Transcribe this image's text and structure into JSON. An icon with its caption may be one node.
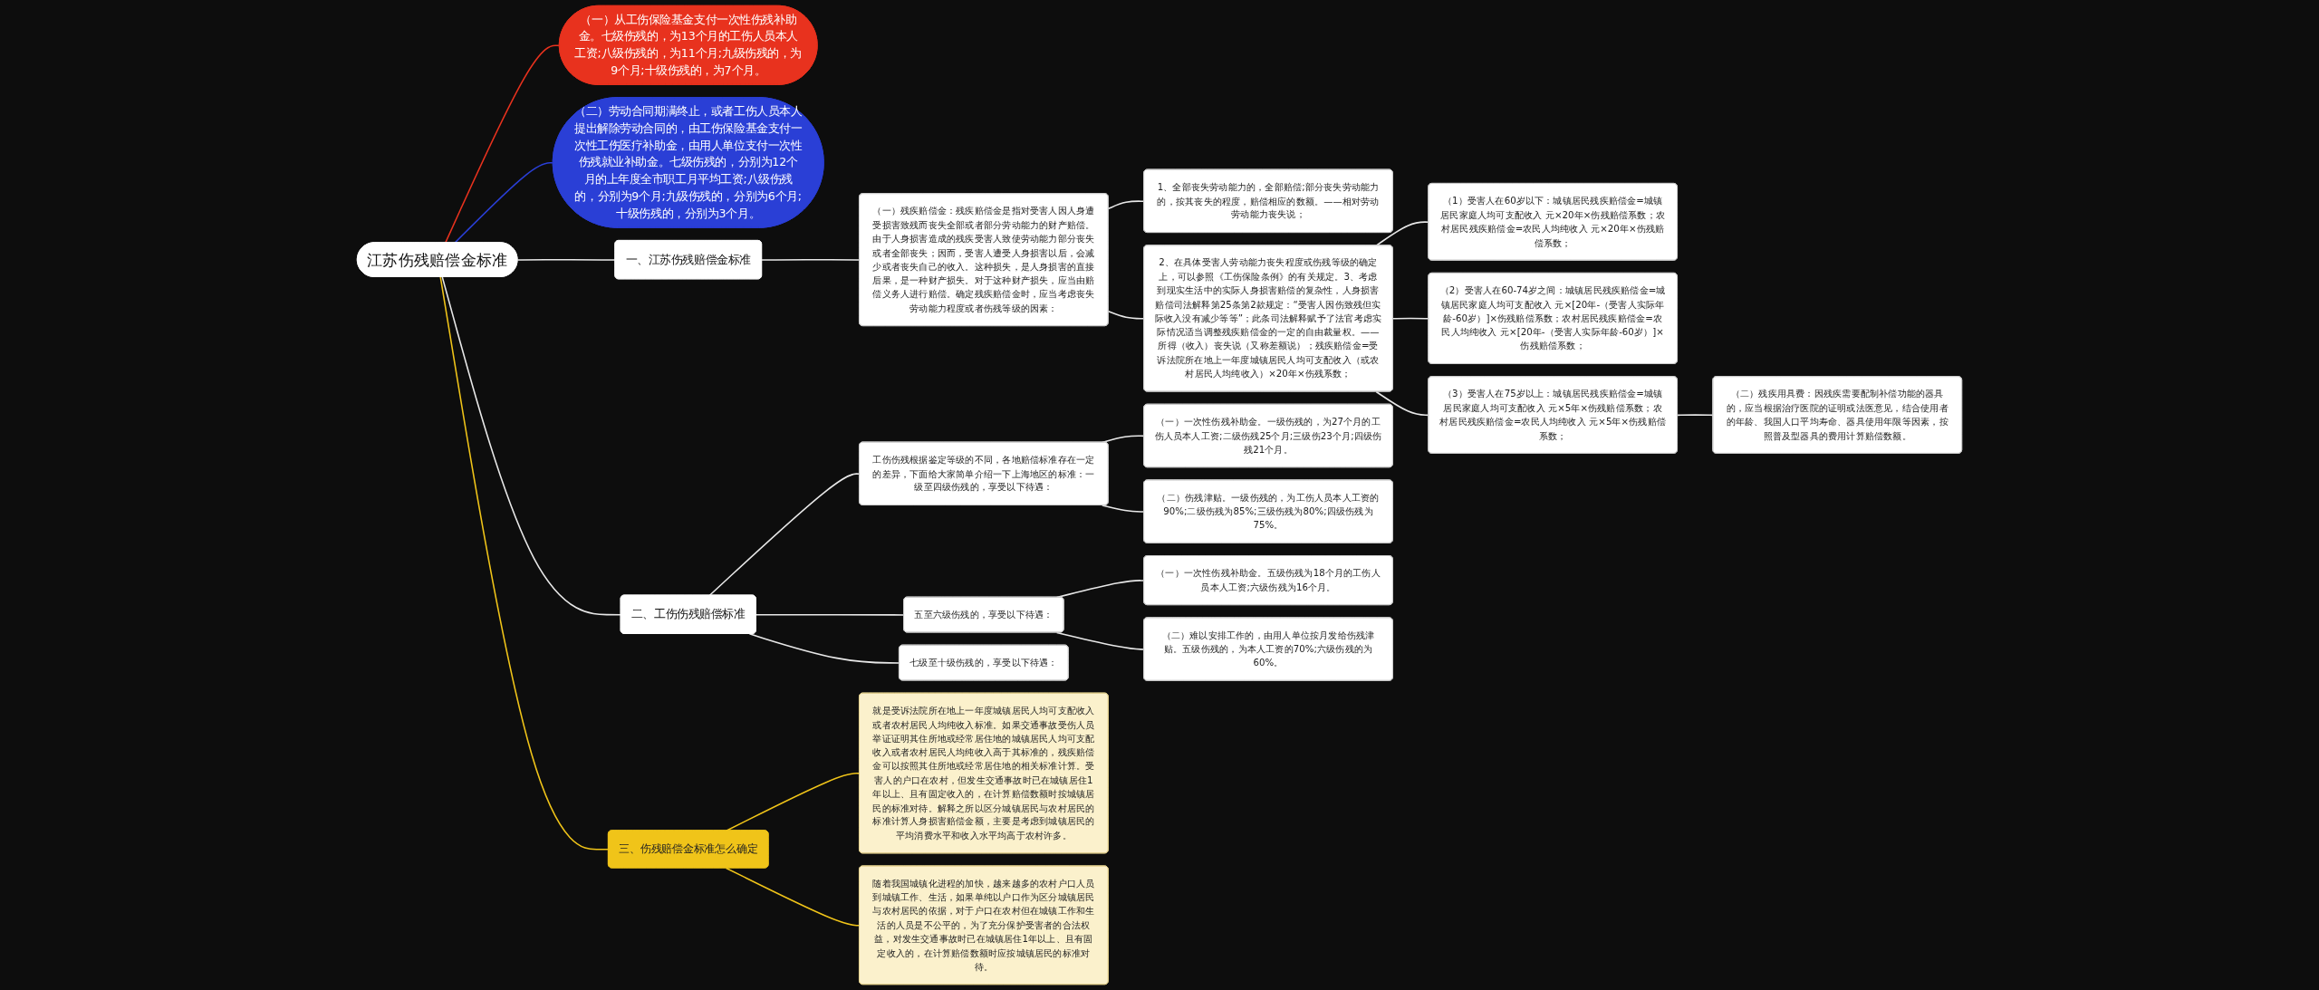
{
  "diagram": {
    "nodes": [
      {
        "text": [
          "江苏伤残赔偿金标准"
        ]
      },
      {
        "text": [
          "一、江苏伤残赔偿金标准"
        ]
      },
      {
        "text": [
          "（一）残疾赔偿金：残疾赔偿金是指对受害人因人身遭受损害致残而丧失全部或者部分劳动能力的财产赔偿。由于人身损害造成的残疾受害人致使劳动能力部分丧失或者全部丧失；因而，受害人遭受人身损害以后，会减少或者丧失自己的收入。这种损失，是人身损害的直接后果，是一种财产损失。对于这种财产损失，应当由赔偿义务人进行赔偿。确定残疾赔偿金时，应当考虑丧失劳动能力程度或者伤残等级的因素："
        ]
      },
      {
        "text": [
          "1、全部丧失劳动能力的，全部赔偿;部分丧失劳动能力的，按其丧失的程度，赔偿相应的数额。——相对劳动劳动能力丧失说；"
        ]
      },
      {
        "text": [
          "2、在具体受害人劳动能力丧失程度或伤残等级的确定上，可以参照《工伤保险条例》的有关规定。3、考虑到现实生活中的实际人身损害赔偿的复杂性，人身损害赔偿司法解释第25条第2款规定：“受害人因伤致残但实际收入没有减少等等”；此条司法解释赋予了法官考虑实际情况适当调整残疾赔偿金的一定的自由裁量权。——所得（收入）丧失说（又称差额说）；残疾赔偿金=受诉法院所在地上一年度城镇居民人均可支配收入（或农村居民人均纯收入）×20年×伤残系数；"
        ]
      },
      {
        "text": [
          "（1）受害人在60岁以下：城镇居民残疾赔偿金=城镇居民家庭人均可支配收入 元×20年×伤残赔偿系数；农村居民残疾赔偿金=农民人均纯收入 元×20年×伤残赔偿系数；"
        ]
      },
      {
        "text": [
          "（2）受害人在60-74岁之间：城镇居民残疾赔偿金=城镇居民家庭人均可支配收入 元×[20年-（受害人实际年龄-60岁）]×伤残赔偿系数；农村居民残疾赔偿金=农民人均纯收入 元×[20年-（受害人实际年龄-60岁）]×伤残赔偿系数；"
        ]
      },
      {
        "text": [
          "（3）受害人在75岁以上：城镇居民残疾赔偿金=城镇居民家庭人均可支配收入 元×5年×伤残赔偿系数；农村居民残疾赔偿金=农民人均纯收入 元×5年×伤残赔偿系数；"
        ]
      },
      {
        "text": [
          "（二）残疾用具费：因残疾需要配制补偿功能的器具的，应当根据治疗医院的证明或法医意见，结合使用者的年龄、我国人口平均寿命、器具使用年限等因素，按照普及型器具的费用计算赔偿数额。"
        ]
      },
      {
        "text": [
          "二、工伤伤残赔偿标准"
        ]
      },
      {
        "text": [
          "工伤伤残根据鉴定等级的不同，各地赔偿标准存在一定的差异，下面给大家简单介绍一下上海地区的标准：一级至四级伤残的，享受以下待遇："
        ]
      },
      {
        "text": [
          "（一）一次性伤残补助金。一级伤残的，为27个月的工伤人员本人工资;二级伤残25个月;三级伤23个月;四级伤残21个月。"
        ]
      },
      {
        "text": [
          "（二）伤残津贴。一级伤残的，为工伤人员本人工资的90%;二级伤残为85%;三级伤残为80%;四级伤残为75%。"
        ]
      },
      {
        "text": [
          "五至六级伤残的，享受以下待遇："
        ]
      },
      {
        "text": [
          "（一）一次性伤残补助金。五级伤残为18个月的工伤人员本人工资;六级伤残为16个月。"
        ]
      },
      {
        "text": [
          "（二）难以安排工作的，由用人单位按月发给伤残津贴。五级伤残的，为本人工资的70%;六级伤残的为60%。"
        ]
      },
      {
        "text": [
          "七级至十级伤残的，享受以下待遇："
        ]
      },
      {
        "text": [
          "（一）从工伤保险基金支付一次性伤残补助金。七级伤残的，为13个月的工伤人员本人工资;八级伤残的，为11个月;九级伤残的，为9个月;十级伤残的，为7个月。"
        ]
      },
      {
        "text": [
          "（二）劳动合同期满终止，或者工伤人员本人提出解除劳动合同的，由工伤保险基金支付一次性工伤医疗补助金，由用人单位支付一次性伤残就业补助金。七级伤残的，分别为12个月的上年度全市职工月平均工资;八级伤残的，分别为9个月;九级伤残的，分别为6个月;十级伤残的，分别为3个月。"
        ]
      },
      {
        "text": [
          "三、伤残赔偿金标准怎么确定"
        ]
      },
      {
        "text": [
          "就是受诉法院所在地上一年度城镇居民人均可支配收入或者农村居民人均纯收入标准。如果交通事故受伤人员举证证明其住所地或经常居住地的城镇居民人均可支配收入或者农村居民人均纯收入高于其标准的，残疾赔偿金可以按照其住所地或经常居住地的相关标准计算。受害人的户口在农村，但发生交通事故时已在城镇居住1年以上、且有固定收入的，在计算赔偿数额时按城镇居民的标准对待。解释之所以区分城镇居民与农村居民的标准计算人身损害赔偿金额，主要是考虑到城镇居民的平均消费水平和收入水平均高于农村许多。"
        ]
      },
      {
        "text": [
          "随着我国城镇化进程的加快，越来越多的农村户口人员到城镇工作、生活，如果单纯以户口作为区分城镇居民与农村居民的依据，对于户口在农村但在城镇工作和生活的人员是不公平的，为了充分保护受害者的合法权益，对发生交通事故时已在城镇居住1年以上、且有固定收入的，在计算赔偿数额时应按城镇居民的标准对待。"
        ]
      }
    ],
    "edges": [
      {
        "from": 0,
        "to": 1,
        "arrow": "none"
      },
      {
        "from": 1,
        "to": 2,
        "arrow": "none"
      },
      {
        "from": 2,
        "to": 3,
        "arrow": "none"
      },
      {
        "from": 2,
        "to": 4,
        "arrow": "none"
      },
      {
        "from": 4,
        "to": 5,
        "arrow": "none"
      },
      {
        "from": 4,
        "to": 6,
        "arrow": "none"
      },
      {
        "from": 4,
        "to": 7,
        "arrow": "none"
      },
      {
        "from": 7,
        "to": 8,
        "arrow": "none"
      },
      {
        "from": 0,
        "to": 9,
        "arrow": "none"
      },
      {
        "from": 9,
        "to": 10,
        "arrow": "none"
      },
      {
        "from": 10,
        "to": 11,
        "arrow": "none"
      },
      {
        "from": 10,
        "to": 12,
        "arrow": "none"
      },
      {
        "from": 9,
        "to": 13,
        "arrow": "none"
      },
      {
        "from": 13,
        "to": 14,
        "arrow": "none"
      },
      {
        "from": 13,
        "to": 15,
        "arrow": "none"
      },
      {
        "from": 9,
        "to": 16,
        "arrow": "none"
      },
      {
        "from": 0,
        "to": 17,
        "arrow": "none",
        "color": "#e8321e"
      },
      {
        "from": 0,
        "to": 18,
        "arrow": "none",
        "color": "#2a3fd6"
      },
      {
        "from": 0,
        "to": 19,
        "arrow": "none",
        "color": "#f0c419"
      },
      {
        "from": 19,
        "to": 20,
        "arrow": "none",
        "color": "#f0c419"
      },
      {
        "from": 19,
        "to": 21,
        "arrow": "none",
        "color": "#f0c419"
      }
    ]
  }
}
